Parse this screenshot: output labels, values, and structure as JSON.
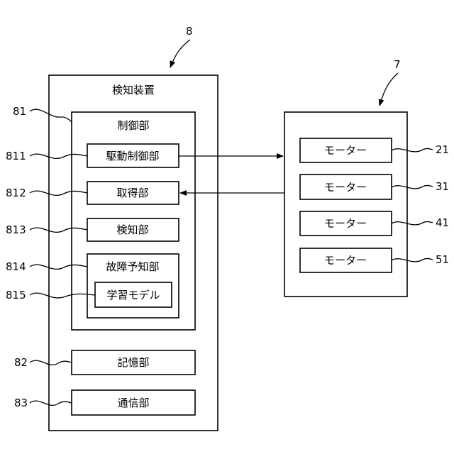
{
  "detection_device": {
    "ref": "8",
    "title": "検知装置",
    "control_unit": {
      "ref": "81",
      "title": "制御部",
      "drive_control": {
        "ref": "811",
        "label": "駆動制御部"
      },
      "acquisition": {
        "ref": "812",
        "label": "取得部"
      },
      "detection": {
        "ref": "813",
        "label": "検知部"
      },
      "failure_prediction": {
        "ref": "814",
        "label": "故障予知部",
        "learning_model": {
          "ref": "815",
          "label": "学習モデル"
        }
      }
    },
    "storage": {
      "ref": "82",
      "label": "記憶部"
    },
    "communication": {
      "ref": "83",
      "label": "通信部"
    }
  },
  "motor_group": {
    "ref": "7",
    "motors": [
      {
        "ref": "21",
        "label": "モーター"
      },
      {
        "ref": "31",
        "label": "モーター"
      },
      {
        "ref": "41",
        "label": "モーター"
      },
      {
        "ref": "51",
        "label": "モーター"
      }
    ]
  }
}
